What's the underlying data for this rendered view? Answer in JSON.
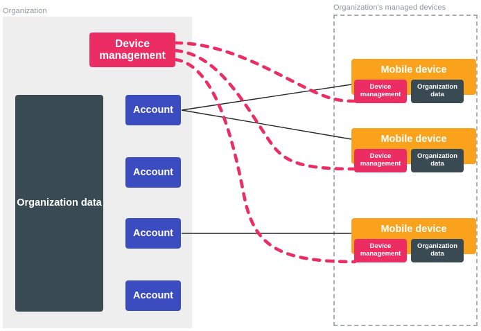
{
  "diagram": {
    "title_organization": "Organization",
    "title_managed_devices": "Organization's managed devices",
    "colors": {
      "pink": "#ec2d64",
      "blue": "#3b4cc0",
      "orange": "#faa21b",
      "slate": "#394a52",
      "panel_gray": "#eeeeee",
      "dashed_border": "#a9aeb2",
      "label_gray": "#8d9499",
      "connector_black": "#262626"
    }
  },
  "organization": {
    "device_management": {
      "label": "Device management"
    },
    "organization_data": {
      "label": "Organization data"
    },
    "accounts": [
      {
        "label": "Account"
      },
      {
        "label": "Account"
      },
      {
        "label": "Account"
      },
      {
        "label": "Account"
      }
    ]
  },
  "managed_devices": [
    {
      "title": "Mobile device",
      "device_management": "Device management",
      "organization_data": "Organization data"
    },
    {
      "title": "Mobile device",
      "device_management": "Device management",
      "organization_data": "Organization data"
    },
    {
      "title": "Mobile device",
      "device_management": "Device management",
      "organization_data": "Organization data"
    }
  ]
}
